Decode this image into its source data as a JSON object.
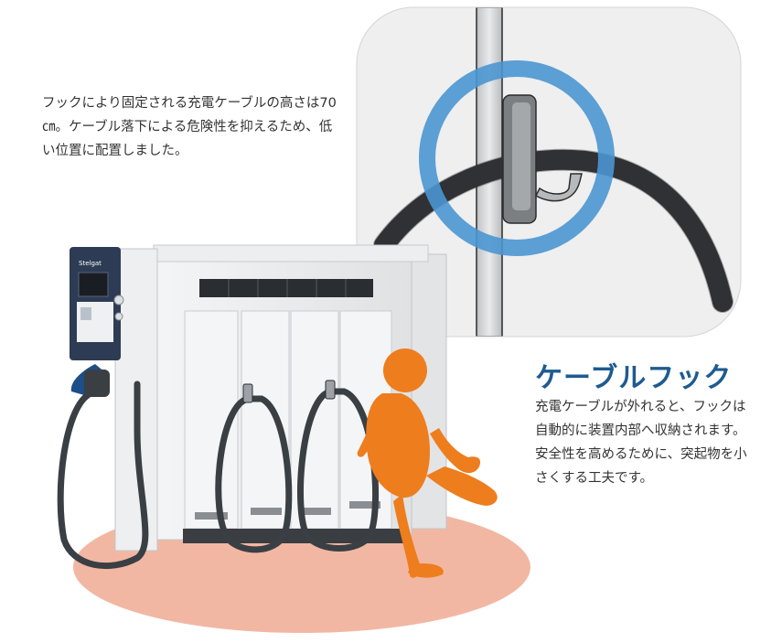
{
  "intro": {
    "text": "フックにより固定される充電ケーブルの高さは70㎝。ケーブル落下による危険性を抑えるため、低い位置に配置しました。"
  },
  "feature": {
    "title": "ケーブルフック",
    "description": "充電ケーブルが外れると、フックは自動的に装置内部へ収納されます。安全性を高めるために、突起物を小さくする工夫です。"
  },
  "charger": {
    "brand_label": "Stelgat"
  },
  "colors": {
    "title_blue": "#1e5b8f",
    "highlight_circle": "#4a96d2",
    "child_silhouette": "#ee7d1e",
    "floor_ellipse": "#f2b7a3",
    "cable": "#3a3f44",
    "panel_navy": "#2d3c54"
  }
}
